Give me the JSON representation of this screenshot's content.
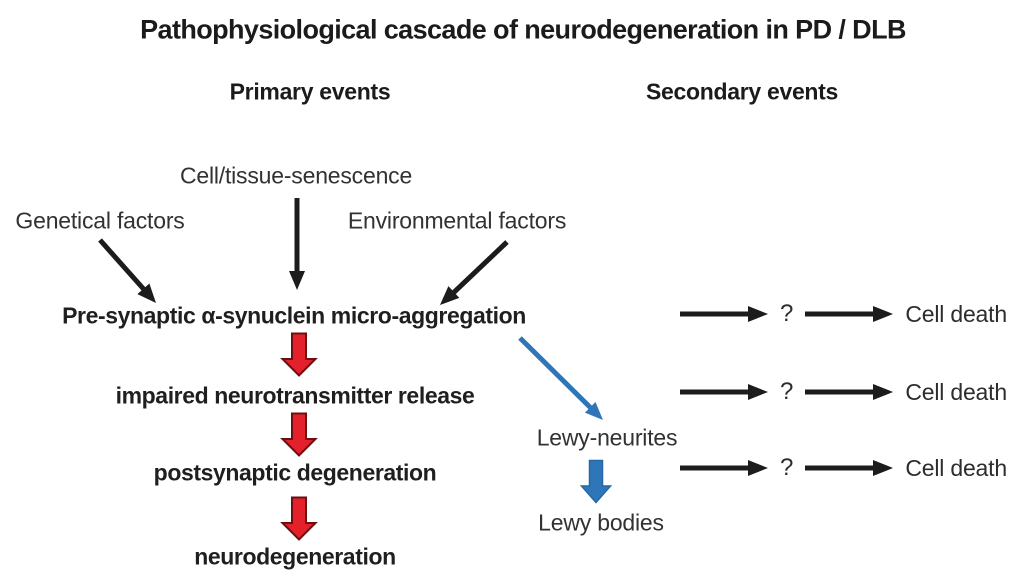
{
  "title": "Pathophysiological cascade of neurodegeneration in PD / DLB",
  "headers": {
    "primary": "Primary events",
    "secondary": "Secondary events"
  },
  "primary_pathway": {
    "factors": {
      "senescence": "Cell/tissue-senescence",
      "genetic": "Genetical factors",
      "environmental": "Environmental factors"
    },
    "cascade": [
      "Pre-synaptic α-synuclein micro-aggregation",
      "impaired neurotransmitter release",
      "postsynaptic degeneration",
      "neurodegeneration"
    ]
  },
  "lewy_pathway": {
    "neurites": "Lewy-neurites",
    "bodies": "Lewy bodies"
  },
  "secondary_pathway": {
    "rows": [
      {
        "unknown": "?",
        "outcome": "Cell death"
      },
      {
        "unknown": "?",
        "outcome": "Cell death"
      },
      {
        "unknown": "?",
        "outcome": "Cell death"
      }
    ]
  },
  "colors": {
    "text": "#1f1f1f",
    "cascade_arrow_fill": "#e4212a",
    "cascade_arrow_stroke": "#6b0f12",
    "lewy_arrow_fill": "#2e76b8",
    "lewy_arrow_stroke": "#2468a8",
    "black_arrow": "#1c1c1c"
  }
}
